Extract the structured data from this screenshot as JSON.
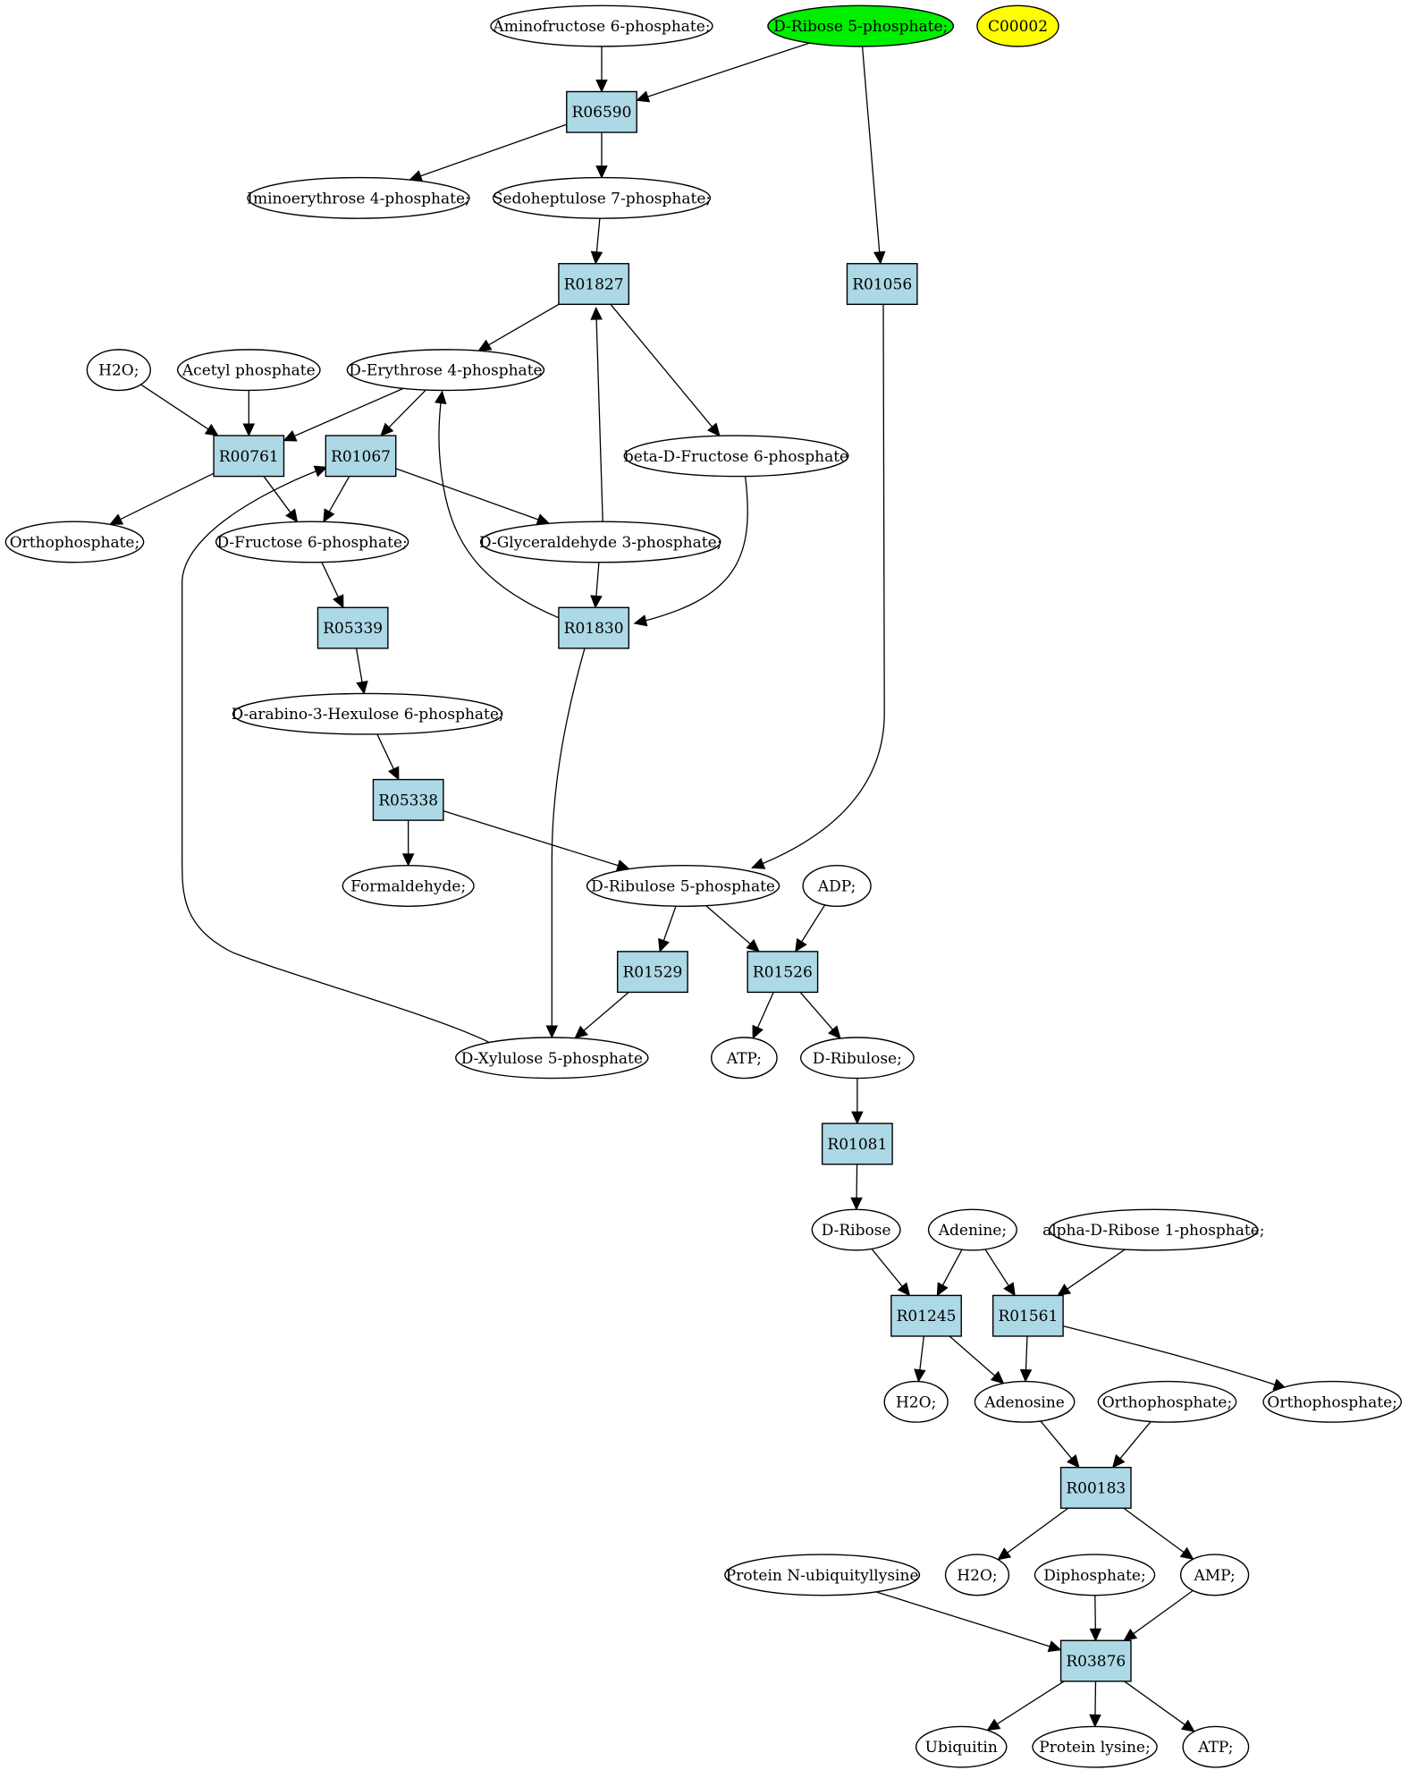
{
  "colors": {
    "reaction_fill": "#add8e6",
    "compound_fill": "#ffffff",
    "highlight_green": "#00ee00",
    "highlight_yellow": "#ffff00",
    "stroke": "#000000"
  },
  "nodes": [
    {
      "id": "aminofructose",
      "label": "Aminofructose 6-phosphate;",
      "kind": "compound"
    },
    {
      "id": "dribose5p",
      "label": "D-Ribose 5-phosphate;",
      "kind": "compound",
      "highlight": "green"
    },
    {
      "id": "c00002",
      "label": "C00002",
      "kind": "compound",
      "highlight": "yellow"
    },
    {
      "id": "r06590",
      "label": "R06590",
      "kind": "reaction"
    },
    {
      "id": "iminoerythrose",
      "label": "Iminoerythrose 4-phosphate;",
      "kind": "compound"
    },
    {
      "id": "sedoheptulose",
      "label": "Sedoheptulose 7-phosphate;",
      "kind": "compound"
    },
    {
      "id": "r01827",
      "label": "R01827",
      "kind": "reaction"
    },
    {
      "id": "r01056",
      "label": "R01056",
      "kind": "reaction"
    },
    {
      "id": "h2o_1",
      "label": "H2O;",
      "kind": "compound"
    },
    {
      "id": "acetylp",
      "label": "Acetyl phosphate",
      "kind": "compound"
    },
    {
      "id": "derythrose",
      "label": "D-Erythrose 4-phosphate",
      "kind": "compound"
    },
    {
      "id": "betafructose",
      "label": "beta-D-Fructose 6-phosphate",
      "kind": "compound"
    },
    {
      "id": "r00761",
      "label": "R00761",
      "kind": "reaction"
    },
    {
      "id": "r01067",
      "label": "R01067",
      "kind": "reaction"
    },
    {
      "id": "orthop_1",
      "label": "Orthophosphate;",
      "kind": "compound"
    },
    {
      "id": "dfructose6p",
      "label": "D-Fructose 6-phosphate;",
      "kind": "compound"
    },
    {
      "id": "dglyceraldehyde",
      "label": "D-Glyceraldehyde 3-phosphate;",
      "kind": "compound"
    },
    {
      "id": "r05339",
      "label": "R05339",
      "kind": "reaction"
    },
    {
      "id": "r01830",
      "label": "R01830",
      "kind": "reaction"
    },
    {
      "id": "darabino",
      "label": "D-arabino-3-Hexulose 6-phosphate;",
      "kind": "compound"
    },
    {
      "id": "r05338",
      "label": "R05338",
      "kind": "reaction"
    },
    {
      "id": "formaldehyde",
      "label": "Formaldehyde;",
      "kind": "compound"
    },
    {
      "id": "dribulose5p",
      "label": "D-Ribulose 5-phosphate",
      "kind": "compound"
    },
    {
      "id": "adp",
      "label": "ADP;",
      "kind": "compound"
    },
    {
      "id": "r01529",
      "label": "R01529",
      "kind": "reaction"
    },
    {
      "id": "r01526",
      "label": "R01526",
      "kind": "reaction"
    },
    {
      "id": "dxylulose",
      "label": "D-Xylulose 5-phosphate",
      "kind": "compound"
    },
    {
      "id": "atp_1",
      "label": "ATP;",
      "kind": "compound"
    },
    {
      "id": "dribulose",
      "label": "D-Ribulose;",
      "kind": "compound"
    },
    {
      "id": "r01081",
      "label": "R01081",
      "kind": "reaction"
    },
    {
      "id": "dribose",
      "label": "D-Ribose",
      "kind": "compound"
    },
    {
      "id": "adenine",
      "label": "Adenine;",
      "kind": "compound"
    },
    {
      "id": "alphadribose",
      "label": "alpha-D-Ribose 1-phosphate;",
      "kind": "compound"
    },
    {
      "id": "r01245",
      "label": "R01245",
      "kind": "reaction"
    },
    {
      "id": "r01561",
      "label": "R01561",
      "kind": "reaction"
    },
    {
      "id": "h2o_2",
      "label": "H2O;",
      "kind": "compound"
    },
    {
      "id": "adenosine",
      "label": "Adenosine",
      "kind": "compound"
    },
    {
      "id": "orthop_2",
      "label": "Orthophosphate;",
      "kind": "compound"
    },
    {
      "id": "orthop_3",
      "label": "Orthophosphate;",
      "kind": "compound"
    },
    {
      "id": "r00183",
      "label": "R00183",
      "kind": "reaction"
    },
    {
      "id": "proteinnubiq",
      "label": "Protein N-ubiquityllysine",
      "kind": "compound"
    },
    {
      "id": "h2o_3",
      "label": "H2O;",
      "kind": "compound"
    },
    {
      "id": "diphosphate",
      "label": "Diphosphate;",
      "kind": "compound"
    },
    {
      "id": "amp",
      "label": "AMP;",
      "kind": "compound"
    },
    {
      "id": "r03876",
      "label": "R03876",
      "kind": "reaction"
    },
    {
      "id": "ubiquitin",
      "label": "Ubiquitin",
      "kind": "compound"
    },
    {
      "id": "proteinlysine",
      "label": "Protein lysine;",
      "kind": "compound"
    },
    {
      "id": "atp_2",
      "label": "ATP;",
      "kind": "compound"
    }
  ],
  "edges": [
    [
      "aminofructose",
      "r06590"
    ],
    [
      "dribose5p",
      "r06590"
    ],
    [
      "dribose5p",
      "r01056"
    ],
    [
      "r06590",
      "iminoerythrose"
    ],
    [
      "r06590",
      "sedoheptulose"
    ],
    [
      "sedoheptulose",
      "r01827"
    ],
    [
      "r01827",
      "derythrose"
    ],
    [
      "r01827",
      "betafructose"
    ],
    [
      "h2o_1",
      "r00761"
    ],
    [
      "acetylp",
      "r00761"
    ],
    [
      "derythrose",
      "r00761"
    ],
    [
      "derythrose",
      "r01067"
    ],
    [
      "r00761",
      "orthop_1"
    ],
    [
      "r00761",
      "dfructose6p"
    ],
    [
      "r01067",
      "dfructose6p"
    ],
    [
      "r01067",
      "dglyceraldehyde"
    ],
    [
      "dglyceraldehyde",
      "r01827"
    ],
    [
      "dglyceraldehyde",
      "r01830"
    ],
    [
      "betafructose",
      "r01830"
    ],
    [
      "r01830",
      "derythrose"
    ],
    [
      "r01830",
      "dxylulose"
    ],
    [
      "dfructose6p",
      "r05339"
    ],
    [
      "r05339",
      "darabino"
    ],
    [
      "darabino",
      "r05338"
    ],
    [
      "r05338",
      "formaldehyde"
    ],
    [
      "r05338",
      "dribulose5p"
    ],
    [
      "r01056",
      "dribulose5p"
    ],
    [
      "dribulose5p",
      "r01529"
    ],
    [
      "dribulose5p",
      "r01526"
    ],
    [
      "adp",
      "r01526"
    ],
    [
      "r01529",
      "dxylulose"
    ],
    [
      "dxylulose",
      "r01067"
    ],
    [
      "r01526",
      "atp_1"
    ],
    [
      "r01526",
      "dribulose"
    ],
    [
      "dribulose",
      "r01081"
    ],
    [
      "r01081",
      "dribose"
    ],
    [
      "dribose",
      "r01245"
    ],
    [
      "adenine",
      "r01245"
    ],
    [
      "adenine",
      "r01561"
    ],
    [
      "alphadribose",
      "r01561"
    ],
    [
      "r01245",
      "h2o_2"
    ],
    [
      "r01245",
      "adenosine"
    ],
    [
      "r01561",
      "adenosine"
    ],
    [
      "r01561",
      "orthop_3"
    ],
    [
      "adenosine",
      "r00183"
    ],
    [
      "orthop_2",
      "r00183"
    ],
    [
      "r00183",
      "h2o_3"
    ],
    [
      "r00183",
      "amp"
    ],
    [
      "proteinnubiq",
      "r03876"
    ],
    [
      "diphosphate",
      "r03876"
    ],
    [
      "amp",
      "r03876"
    ],
    [
      "r03876",
      "ubiquitin"
    ],
    [
      "r03876",
      "proteinlysine"
    ],
    [
      "r03876",
      "atp_2"
    ]
  ]
}
